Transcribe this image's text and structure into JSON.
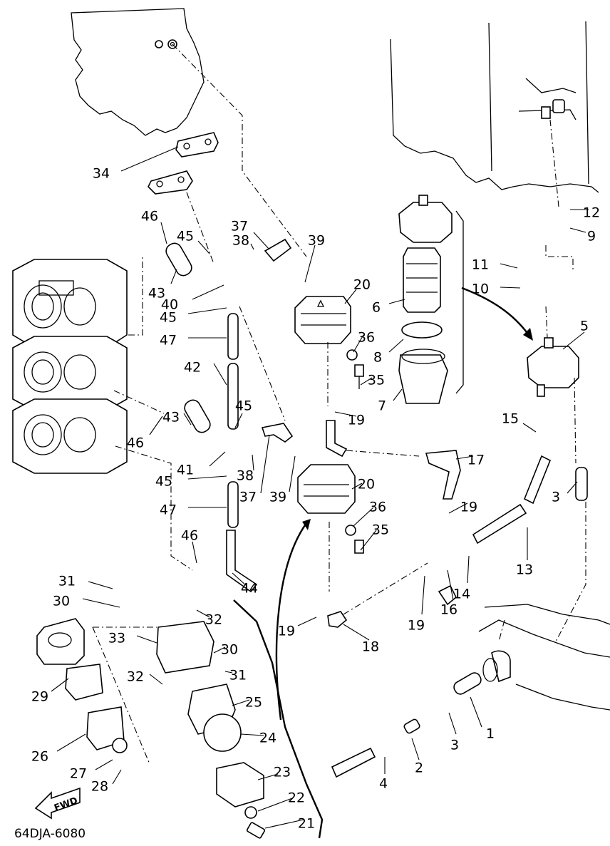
{
  "drawing_code": "64DJA-6080",
  "fwd_label": "FWD",
  "callouts": [
    {
      "id": "c1",
      "text": "1"
    },
    {
      "id": "c2",
      "text": "2"
    },
    {
      "id": "c3a",
      "text": "3"
    },
    {
      "id": "c3b",
      "text": "3"
    },
    {
      "id": "c4",
      "text": "4"
    },
    {
      "id": "c5",
      "text": "5"
    },
    {
      "id": "c6",
      "text": "6"
    },
    {
      "id": "c7",
      "text": "7"
    },
    {
      "id": "c8",
      "text": "8"
    },
    {
      "id": "c9",
      "text": "9"
    },
    {
      "id": "c10",
      "text": "10"
    },
    {
      "id": "c11",
      "text": "11"
    },
    {
      "id": "c12",
      "text": "12"
    },
    {
      "id": "c13",
      "text": "13"
    },
    {
      "id": "c14",
      "text": "14"
    },
    {
      "id": "c15",
      "text": "15"
    },
    {
      "id": "c16",
      "text": "16"
    },
    {
      "id": "c17",
      "text": "17"
    },
    {
      "id": "c18",
      "text": "18"
    },
    {
      "id": "c19a",
      "text": "19"
    },
    {
      "id": "c19b",
      "text": "19"
    },
    {
      "id": "c19c",
      "text": "19"
    },
    {
      "id": "c19d",
      "text": "19"
    },
    {
      "id": "c20a",
      "text": "20"
    },
    {
      "id": "c20b",
      "text": "20"
    },
    {
      "id": "c21",
      "text": "21"
    },
    {
      "id": "c22",
      "text": "22"
    },
    {
      "id": "c23",
      "text": "23"
    },
    {
      "id": "c24",
      "text": "24"
    },
    {
      "id": "c25",
      "text": "25"
    },
    {
      "id": "c26",
      "text": "26"
    },
    {
      "id": "c27",
      "text": "27"
    },
    {
      "id": "c28",
      "text": "28"
    },
    {
      "id": "c29",
      "text": "29"
    },
    {
      "id": "c30a",
      "text": "30"
    },
    {
      "id": "c30b",
      "text": "30"
    },
    {
      "id": "c31a",
      "text": "31"
    },
    {
      "id": "c31b",
      "text": "31"
    },
    {
      "id": "c32a",
      "text": "32"
    },
    {
      "id": "c32b",
      "text": "32"
    },
    {
      "id": "c33",
      "text": "33"
    },
    {
      "id": "c34",
      "text": "34"
    },
    {
      "id": "c35a",
      "text": "35"
    },
    {
      "id": "c35b",
      "text": "35"
    },
    {
      "id": "c36a",
      "text": "36"
    },
    {
      "id": "c36b",
      "text": "36"
    },
    {
      "id": "c37a",
      "text": "37"
    },
    {
      "id": "c37b",
      "text": "37"
    },
    {
      "id": "c38a",
      "text": "38"
    },
    {
      "id": "c38b",
      "text": "38"
    },
    {
      "id": "c39a",
      "text": "39"
    },
    {
      "id": "c39b",
      "text": "39"
    },
    {
      "id": "c40",
      "text": "40"
    },
    {
      "id": "c41",
      "text": "41"
    },
    {
      "id": "c42",
      "text": "42"
    },
    {
      "id": "c43a",
      "text": "43"
    },
    {
      "id": "c43b",
      "text": "43"
    },
    {
      "id": "c44",
      "text": "44"
    },
    {
      "id": "c45a",
      "text": "45"
    },
    {
      "id": "c45b",
      "text": "45"
    },
    {
      "id": "c45c",
      "text": "45"
    },
    {
      "id": "c45d",
      "text": "45"
    },
    {
      "id": "c46a",
      "text": "46"
    },
    {
      "id": "c46b",
      "text": "46"
    },
    {
      "id": "c46c",
      "text": "46"
    },
    {
      "id": "c47a",
      "text": "47"
    },
    {
      "id": "c47b",
      "text": "47"
    }
  ]
}
